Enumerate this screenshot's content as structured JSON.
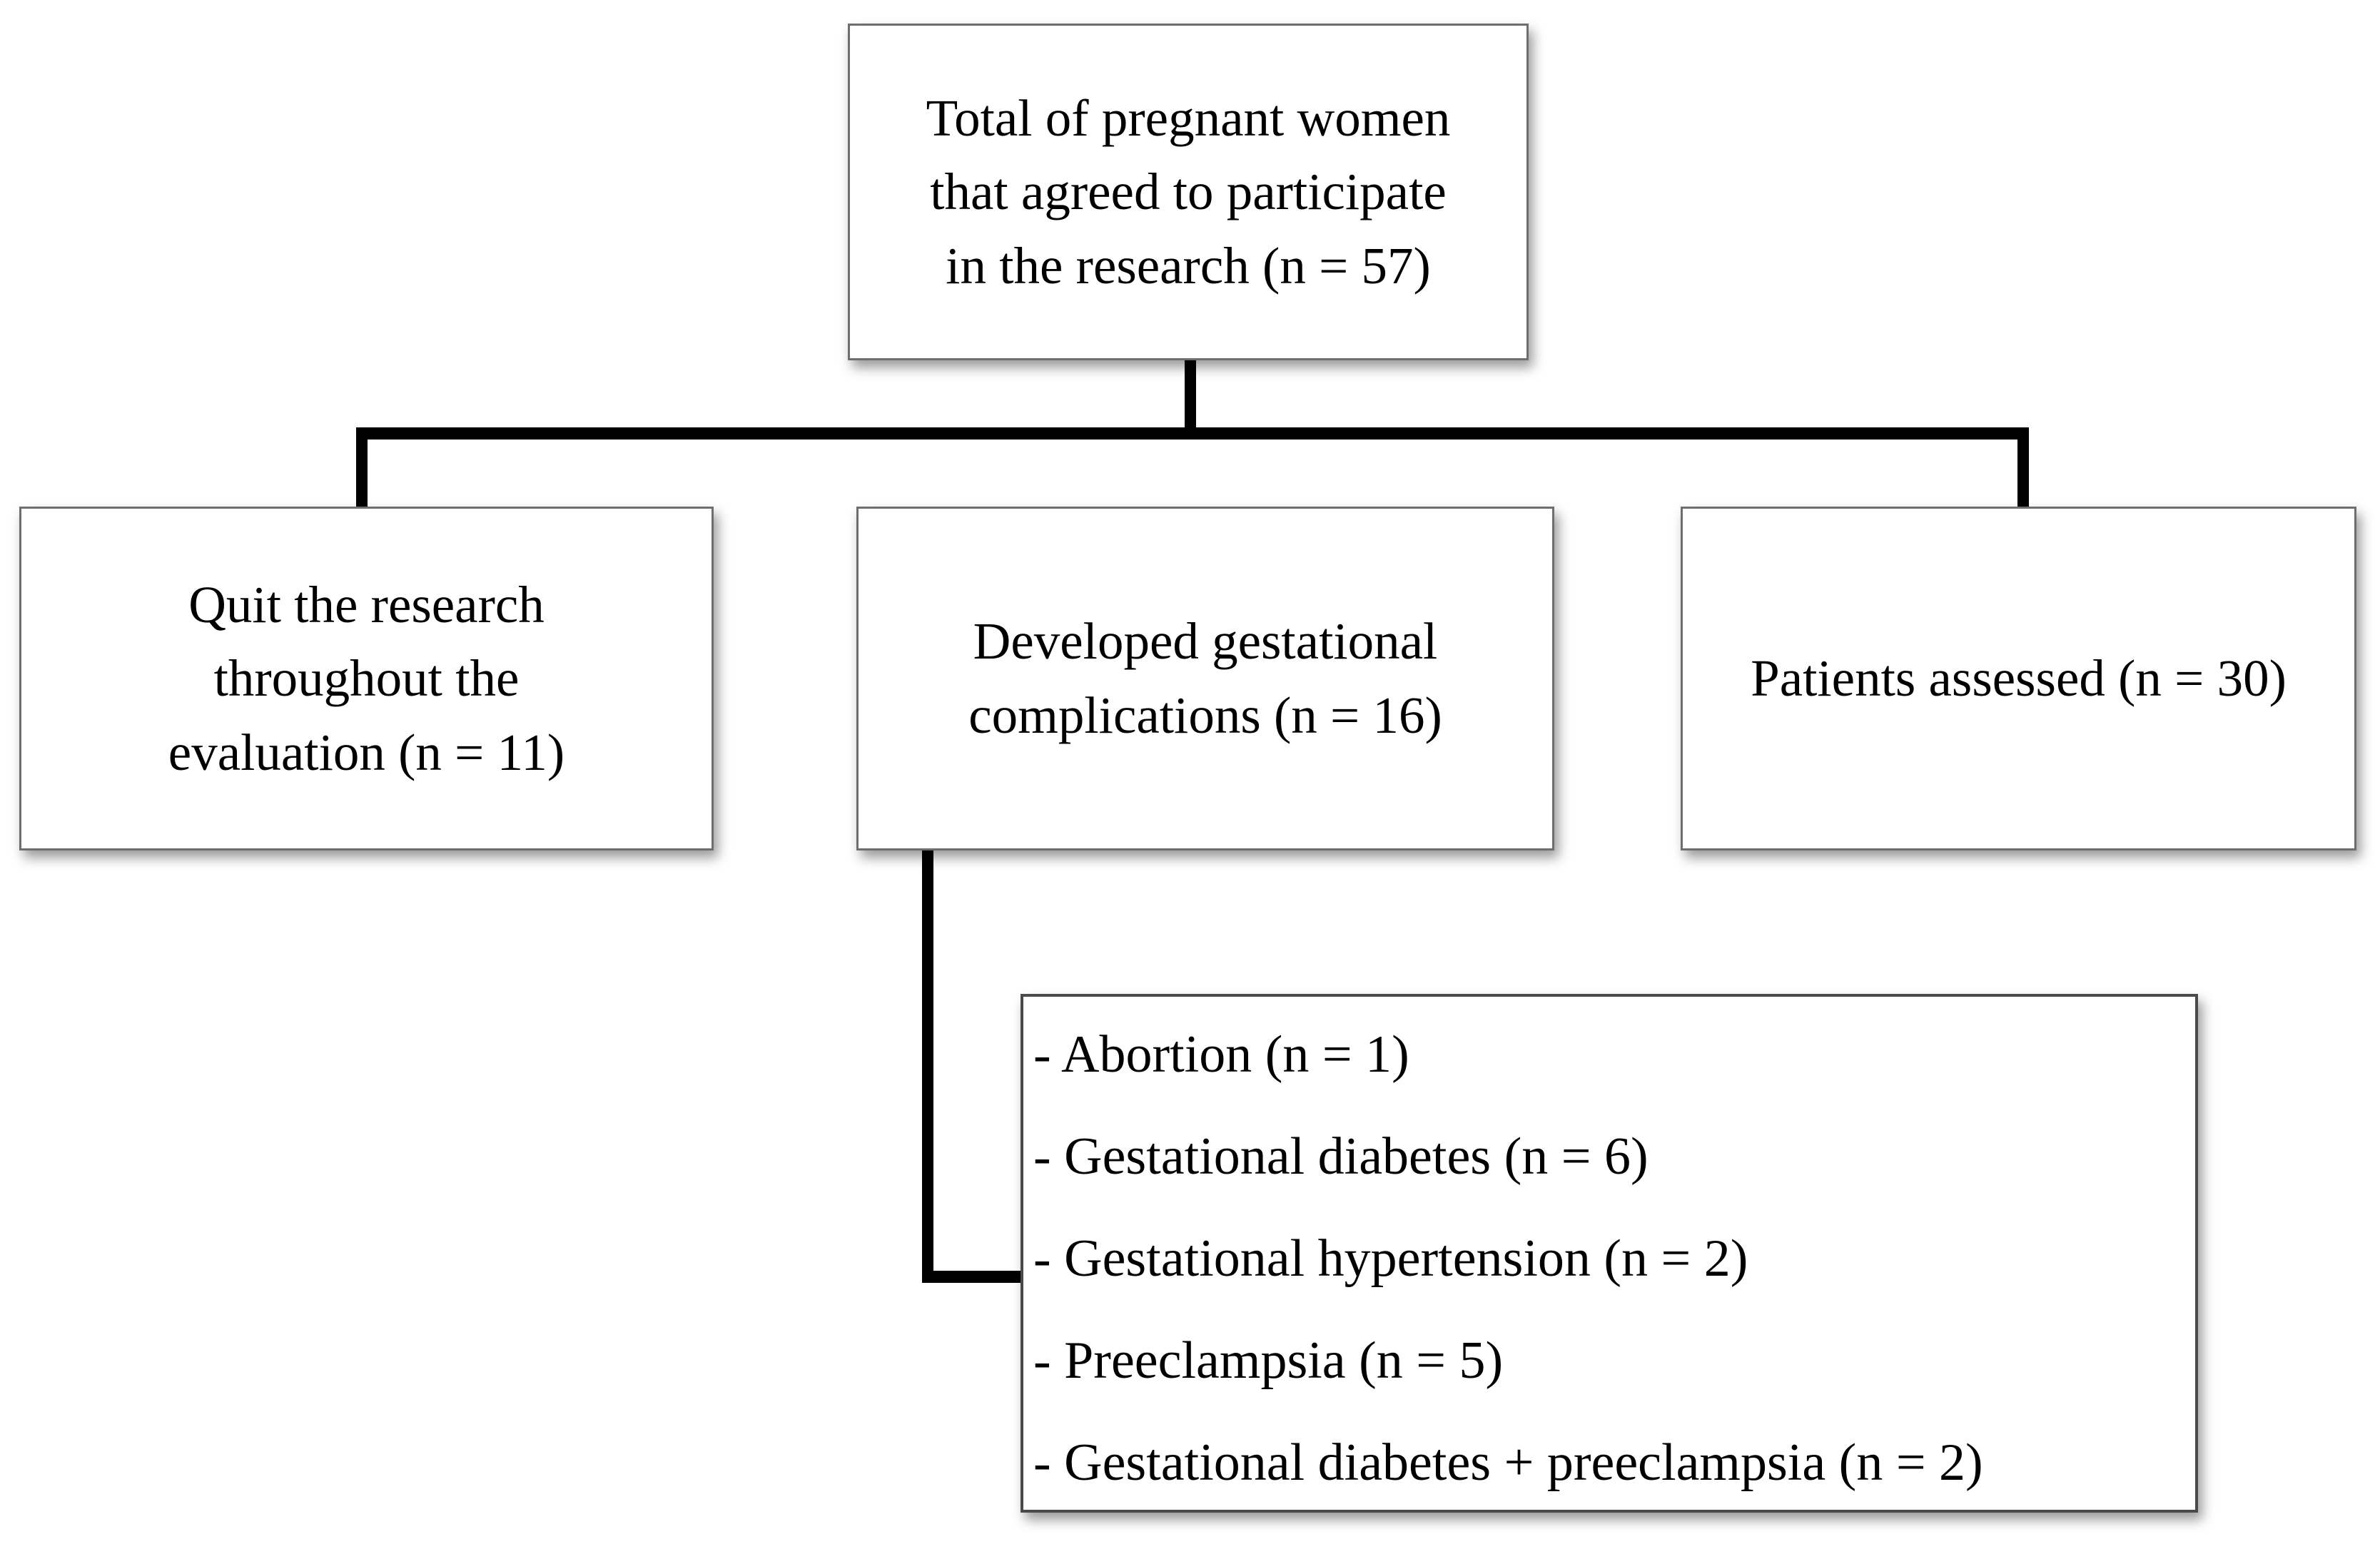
{
  "diagram": {
    "type": "study-flowchart",
    "colors": {
      "background": "#ffffff",
      "connector_line": "#000000",
      "box_border": "#6e6e6e",
      "list_box_border": "#4a4a4a",
      "text": "#000000"
    },
    "nodes": {
      "total": {
        "lines": [
          "Total of pregnant women",
          "that agreed to participate",
          "in the research (n = 57)"
        ]
      },
      "quit": {
        "lines": [
          "Quit the research",
          "throughout the",
          "evaluation (n = 11)"
        ]
      },
      "complications": {
        "lines": [
          "Developed gestational",
          "complications (n = 16)"
        ]
      },
      "assessed": {
        "lines": [
          "Patients assessed (n = 30)"
        ]
      },
      "complication_list": {
        "items": [
          "- Abortion (n = 1)",
          "- Gestational diabetes (n = 6)",
          "- Gestational hypertension (n = 2)",
          "- Preeclampsia (n = 5)",
          "- Gestational diabetes + preeclampsia (n = 2)"
        ]
      }
    }
  }
}
